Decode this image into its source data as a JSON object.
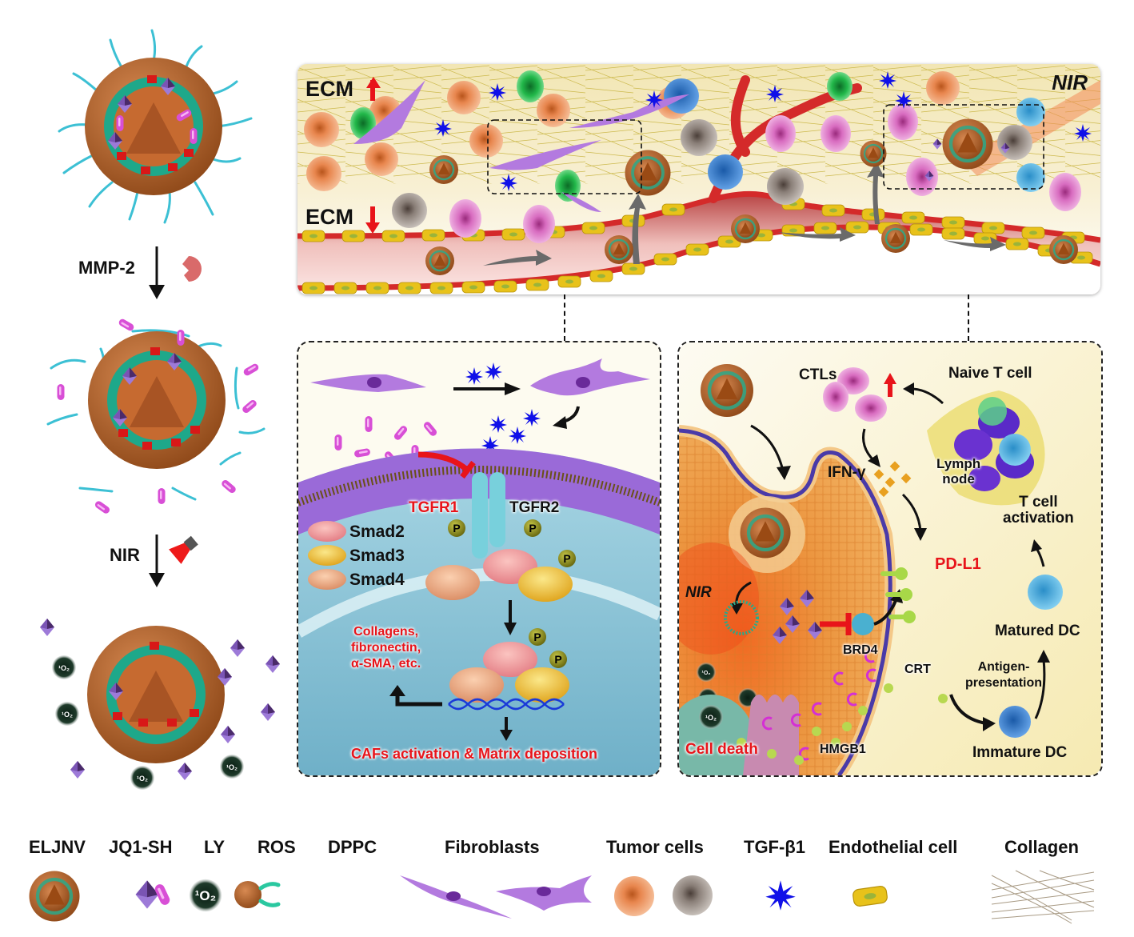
{
  "left_column": {
    "step1_label": "MMP-2",
    "step2_label": "NIR",
    "ros_label": "¹O₂"
  },
  "top_panel": {
    "ecm_up_label": "ECM",
    "ecm_down_label": "ECM",
    "nir_label": "NIR"
  },
  "middle_panel": {
    "receptor1": "TGFR1",
    "receptor2": "TGFR2",
    "smad_legend": [
      "Smad2",
      "Smad3",
      "Smad4"
    ],
    "phospho": "P",
    "products": [
      "Collagens,",
      "fibronectin,",
      "α-SMA, etc."
    ],
    "outcome": "CAFs activation & Matrix deposition"
  },
  "right_panel": {
    "ctls": "CTLs",
    "naive_t_cell": "Naive T cell",
    "lymph_node": [
      "Lymph",
      "node"
    ],
    "ifn": "IFN-γ",
    "t_cell_activation": [
      "T cell",
      "activation"
    ],
    "nir": "NIR",
    "pdl1": "PD-L1",
    "brd4": "BRD4",
    "crt": "CRT",
    "matured_dc": "Matured DC",
    "antigen_presentation": [
      "Antigen-",
      "presentation"
    ],
    "immature_dc": "Immature DC",
    "cell_death": "Cell death",
    "hmgb1": "HMGB1",
    "ros": "¹O₂"
  },
  "legend": [
    {
      "label": "ELJNV",
      "icon": "nanovesicle-icon"
    },
    {
      "label": "JQ1-SH",
      "icon": "octahedron-icon"
    },
    {
      "label": "LY",
      "icon": "capsule-icon"
    },
    {
      "label": "ROS",
      "icon": "singlet-oxygen-icon",
      "glyph": "¹O₂"
    },
    {
      "label": "DPPC",
      "icon": "lipid-icon"
    },
    {
      "label": "Fibroblasts",
      "icon": "fibroblast-icon"
    },
    {
      "label": "Tumor cells",
      "icon": "tumor-cell-icon"
    },
    {
      "label": "TGF-β1",
      "icon": "tgf-star-icon"
    },
    {
      "label": "Endothelial cell",
      "icon": "endothelial-cell-icon"
    },
    {
      "label": "Collagen",
      "icon": "collagen-icon"
    }
  ],
  "colors": {
    "accent_red": "#e8141a",
    "tgf_blue": "#1010e8",
    "ly_pink": "#d84fd6",
    "jq1_purple": "#8a5cc8",
    "vesicle_brown": "#b5652e",
    "vessel_red": "#d42a2a",
    "endothelial_yellow": "#e8c21a",
    "ecm_cream": "#f3e9b8",
    "cell_cytoplasm": "#e8913a",
    "nucleus_blue": "#8ec3d6"
  }
}
